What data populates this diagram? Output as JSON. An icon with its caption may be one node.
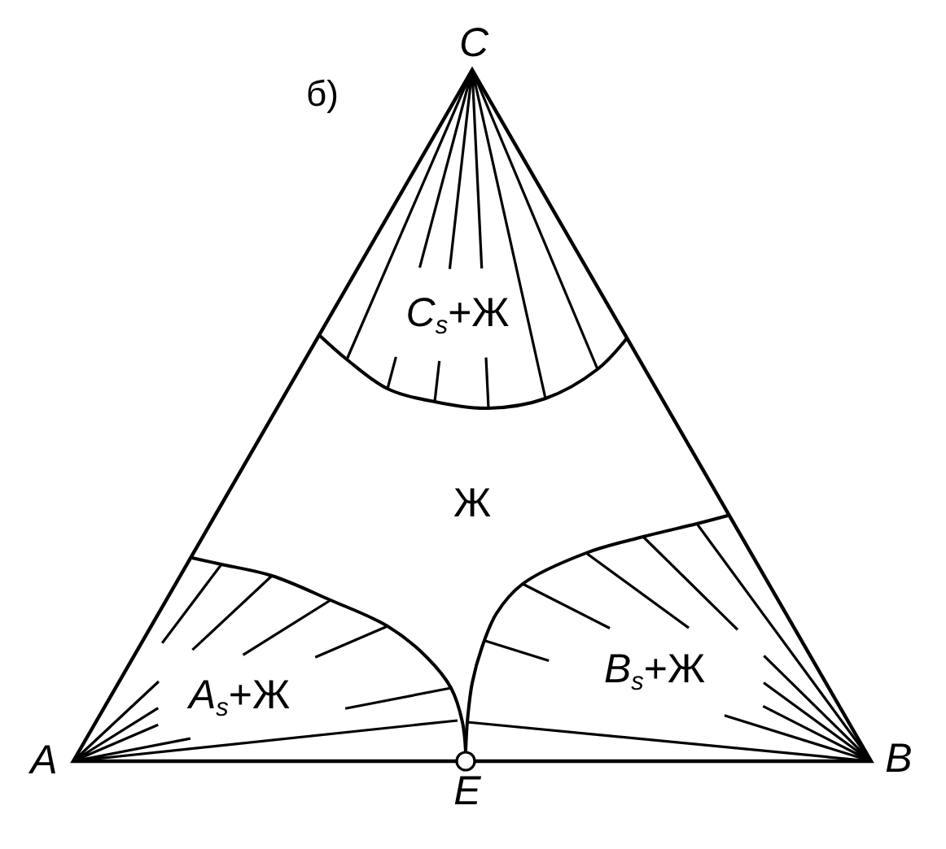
{
  "diagram": {
    "labels": [
      "б)",
      "C",
      "*C*$_{s}$+Ж",
      "Ж",
      "*A*$_{s}$+Ж",
      "*B*$_{s}$+Ж",
      "A",
      "B",
      "E"
    ]
  }
}
